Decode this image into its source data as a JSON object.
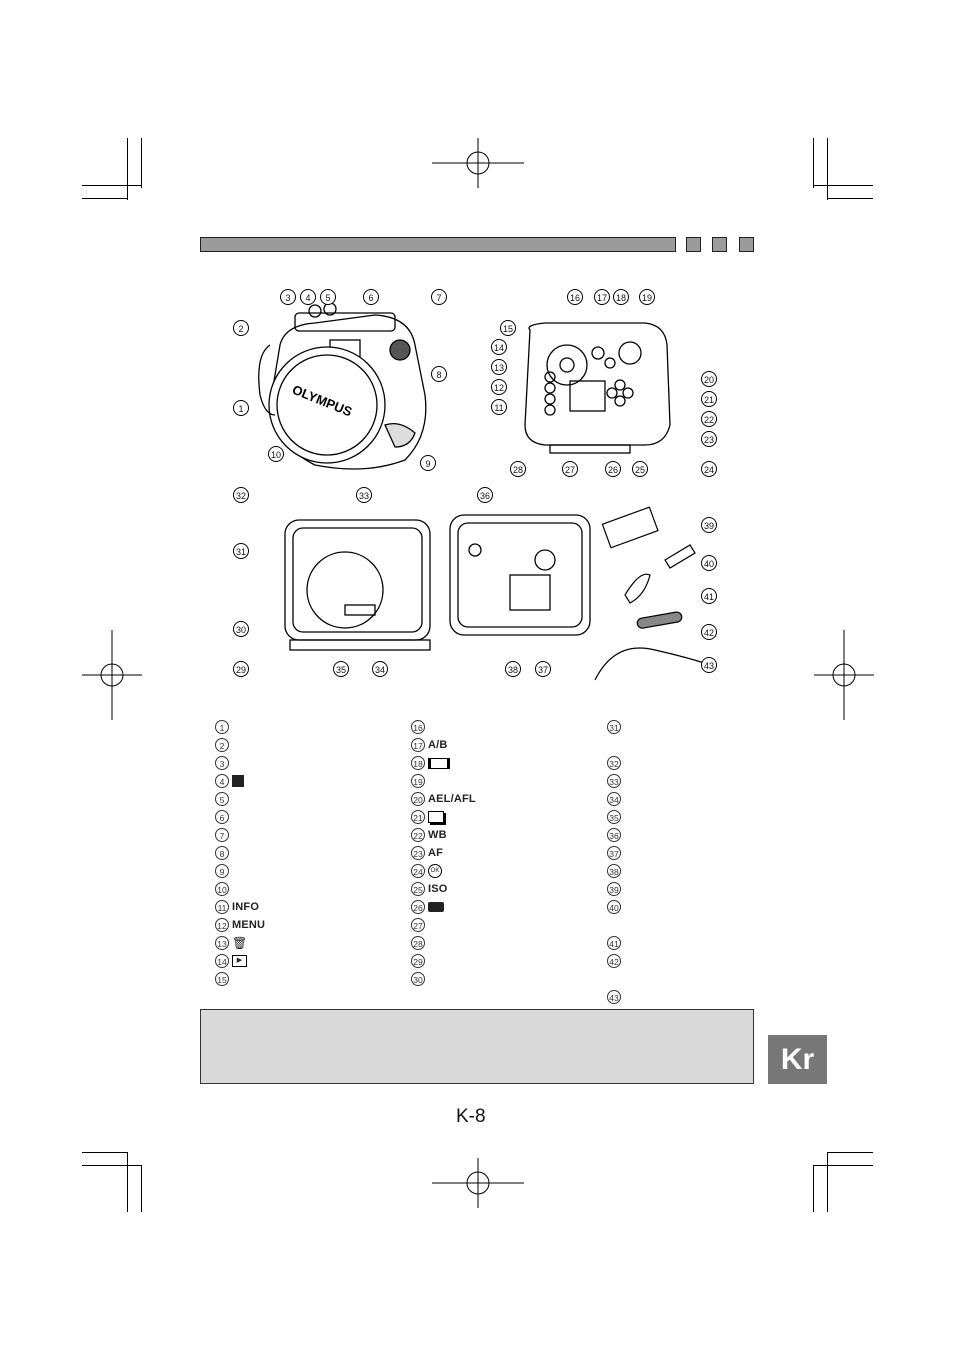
{
  "header_squares": 3,
  "language_tab": "Kr",
  "page_number": "K-8",
  "brand_on_lens_cap": "OLYMPUS",
  "figure_callouts": [
    "1",
    "2",
    "3",
    "4",
    "5",
    "6",
    "7",
    "8",
    "9",
    "10",
    "11",
    "12",
    "13",
    "14",
    "15",
    "16",
    "17",
    "18",
    "19",
    "20",
    "21",
    "22",
    "23",
    "24",
    "25",
    "26",
    "27",
    "28",
    "29",
    "30",
    "31",
    "32",
    "33",
    "34",
    "35",
    "36",
    "37",
    "38",
    "39",
    "40",
    "41",
    "42",
    "43"
  ],
  "legend": {
    "col1": [
      {
        "num": "1",
        "label": ""
      },
      {
        "num": "2",
        "label": ""
      },
      {
        "num": "3",
        "label": ""
      },
      {
        "num": "4",
        "label": ""
      },
      {
        "num": "5",
        "label": ""
      },
      {
        "num": "6",
        "label": ""
      },
      {
        "num": "7",
        "label": ""
      },
      {
        "num": "8",
        "label": ""
      },
      {
        "num": "9",
        "label": ""
      },
      {
        "num": "10",
        "label": ""
      },
      {
        "num": "11",
        "label": "INFO"
      },
      {
        "num": "12",
        "label": "MENU"
      },
      {
        "num": "13",
        "label": ""
      },
      {
        "num": "14",
        "label": ""
      },
      {
        "num": "15",
        "label": ""
      }
    ],
    "col2": [
      {
        "num": "16",
        "label": ""
      },
      {
        "num": "17",
        "label": "A/B"
      },
      {
        "num": "18",
        "label": ""
      },
      {
        "num": "19",
        "label": ""
      },
      {
        "num": "20",
        "label": "AEL/AFL"
      },
      {
        "num": "21",
        "label": ""
      },
      {
        "num": "22",
        "label": "WB"
      },
      {
        "num": "23",
        "label": "AF"
      },
      {
        "num": "24",
        "label": ""
      },
      {
        "num": "25",
        "label": "ISO"
      },
      {
        "num": "26",
        "label": ""
      },
      {
        "num": "27",
        "label": ""
      },
      {
        "num": "28",
        "label": ""
      },
      {
        "num": "29",
        "label": ""
      },
      {
        "num": "30",
        "label": ""
      }
    ],
    "col3": [
      {
        "num": "31",
        "label": ""
      },
      {
        "num": "32",
        "label": ""
      },
      {
        "num": "33",
        "label": ""
      },
      {
        "num": "34",
        "label": ""
      },
      {
        "num": "35",
        "label": ""
      },
      {
        "num": "36",
        "label": ""
      },
      {
        "num": "37",
        "label": ""
      },
      {
        "num": "38",
        "label": ""
      },
      {
        "num": "39",
        "label": ""
      },
      {
        "num": "40",
        "label": ""
      },
      {
        "num": "41",
        "label": ""
      },
      {
        "num": "42",
        "label": ""
      },
      {
        "num": "43",
        "label": ""
      }
    ]
  },
  "icons": {
    "4": "exposure-compensation-icon",
    "13": "erase-icon",
    "14": "playback-icon",
    "18": "live-view-icon",
    "21": "drive-mode-icon",
    "24": "ok-icon",
    "26": "metering-icon"
  }
}
